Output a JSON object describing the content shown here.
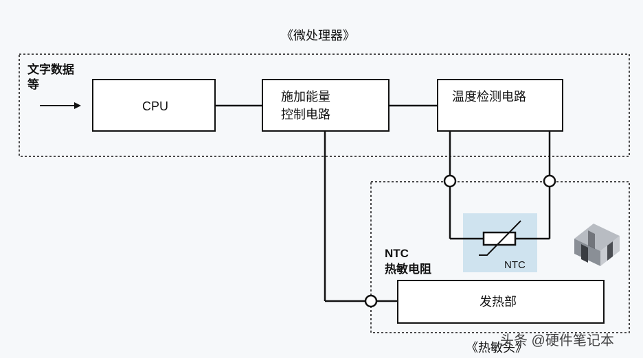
{
  "diagram": {
    "microprocessor_title": "《微处理器》",
    "input_label_line1": "文字数据",
    "input_label_line2": "等",
    "cpu_label": "CPU",
    "power_control_line1": "施加能量",
    "power_control_line2": "控制电路",
    "temp_detect_label": "温度检测电路",
    "ntc_label": "NTC",
    "ntc_caption_line1": "NTC",
    "ntc_caption_line2": "热敏电阻",
    "heater_label": "发热部",
    "printhead_title": "《热敏头》",
    "watermark": "头条 @硬件笔记本",
    "colors": {
      "line": "#111111",
      "ntc_highlight": "#cfe3ef",
      "background": "#f6f8fa"
    }
  }
}
